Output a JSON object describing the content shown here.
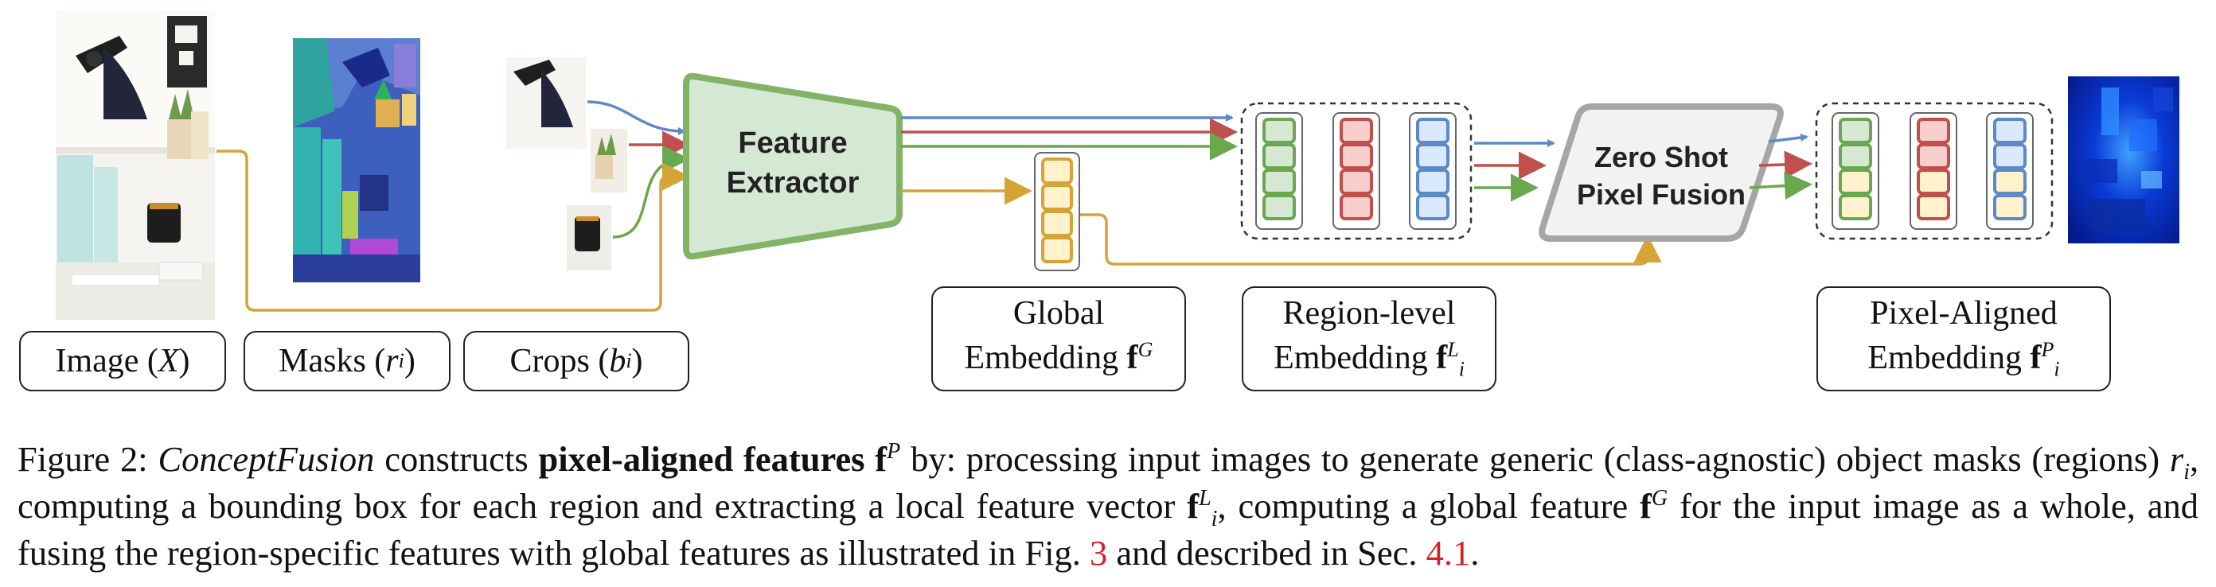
{
  "figure": {
    "inputs": {
      "image_label": "Image",
      "image_var": "X",
      "masks_label": "Masks",
      "masks_var": "r",
      "masks_sub": "i",
      "crops_label": "Crops",
      "crops_var": "b",
      "crops_sub": "i"
    },
    "extractor": {
      "line1": "Feature",
      "line2": "Extractor"
    },
    "fusion": {
      "line1": "Zero Shot",
      "line2": "Pixel Fusion"
    },
    "global": {
      "line1": "Global",
      "line2": "Embedding",
      "sym": "f",
      "sup": "G"
    },
    "region": {
      "line1": "Region-level",
      "line2": "Embedding",
      "sym": "f",
      "sup": "L",
      "sub": "i"
    },
    "pixel": {
      "line1": "Pixel-Aligned",
      "line2": "Embedding",
      "sym": "f",
      "sup": "P",
      "sub": "i"
    },
    "colors": {
      "blue": "#5b8ac7",
      "red": "#c0504d",
      "green": "#6aa84f",
      "gold": "#d4a437",
      "extractor_fill": "#d5e8d4",
      "extractor_stroke": "#82b366",
      "fusion_fill": "#f2f2f2",
      "fusion_stroke": "#a6a6a6"
    }
  },
  "caption": {
    "prefix": "Figure 2:",
    "method": "ConceptFusion",
    "t1": "constructs",
    "bold": "pixel-aligned features",
    "sym_f": "f",
    "sup_p": "P",
    "t2": "by: processing input images to generate generic (class-agnostic) object masks (regions)",
    "var_r": "r",
    "sub_i": "i",
    "t3": ", computing a bounding box for each region and extracting a local feature vector",
    "sup_l": "L",
    "t4": ", computing a global feature",
    "sup_g": "G",
    "t5": "for the input image as a whole, and fusing the region-specific features with global features as illustrated in Fig.",
    "ref_fig": "3",
    "t6": "and described in Sec.",
    "ref_sec": "4.1",
    "t7": "."
  }
}
